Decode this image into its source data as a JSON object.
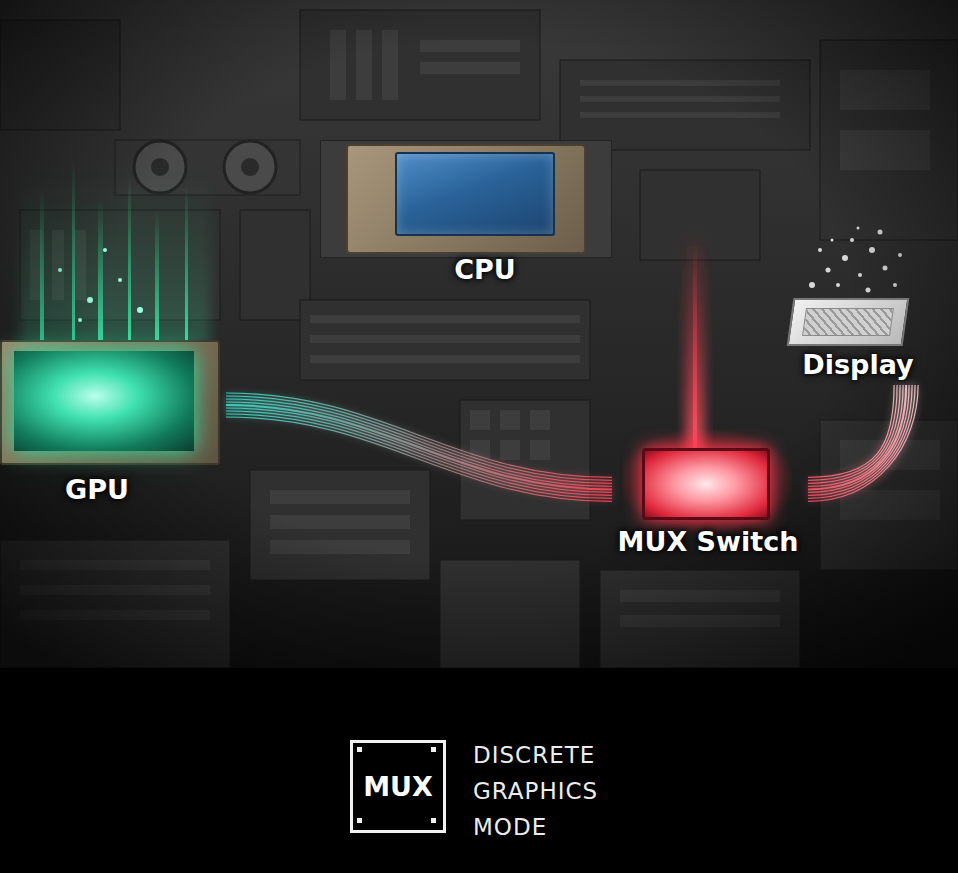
{
  "diagram": {
    "caption": "DISCRETE GRAPHICS MODE",
    "nodes": [
      {
        "text": [
          "CPU"
        ]
      },
      {
        "text": [
          "Display"
        ]
      },
      {
        "text": [
          "GPU"
        ]
      },
      {
        "text": [
          "MUX Switch"
        ]
      },
      {
        "text": [
          "MUX"
        ]
      }
    ],
    "edges": [
      {
        "from": 2,
        "to": 3,
        "arrow": "none"
      },
      {
        "from": 3,
        "to": 1,
        "arrow": "none"
      }
    ]
  }
}
